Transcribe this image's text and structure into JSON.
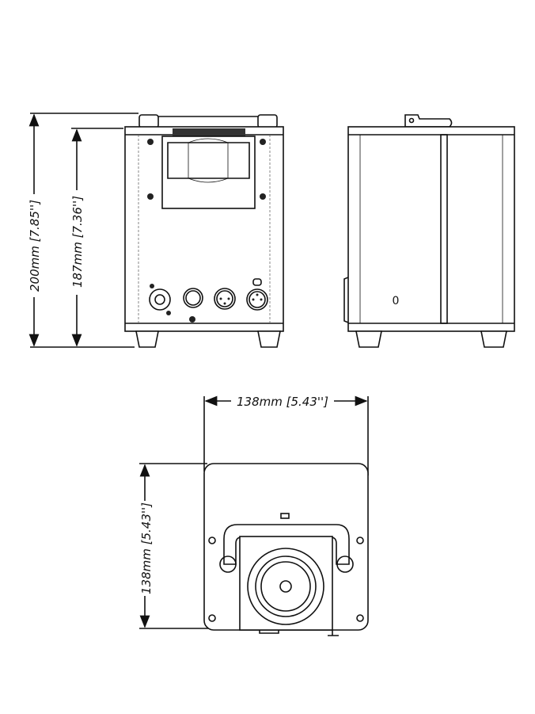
{
  "dimensions": {
    "front_total_height": "200mm [7.85'']",
    "front_body_height": "187mm [7.36'']",
    "bottom_width": "138mm [5.43'']",
    "bottom_depth": "138mm [5.43'']"
  },
  "side_view": {
    "label": "0"
  },
  "colors": {
    "line": "#111111",
    "background": "#ffffff"
  }
}
